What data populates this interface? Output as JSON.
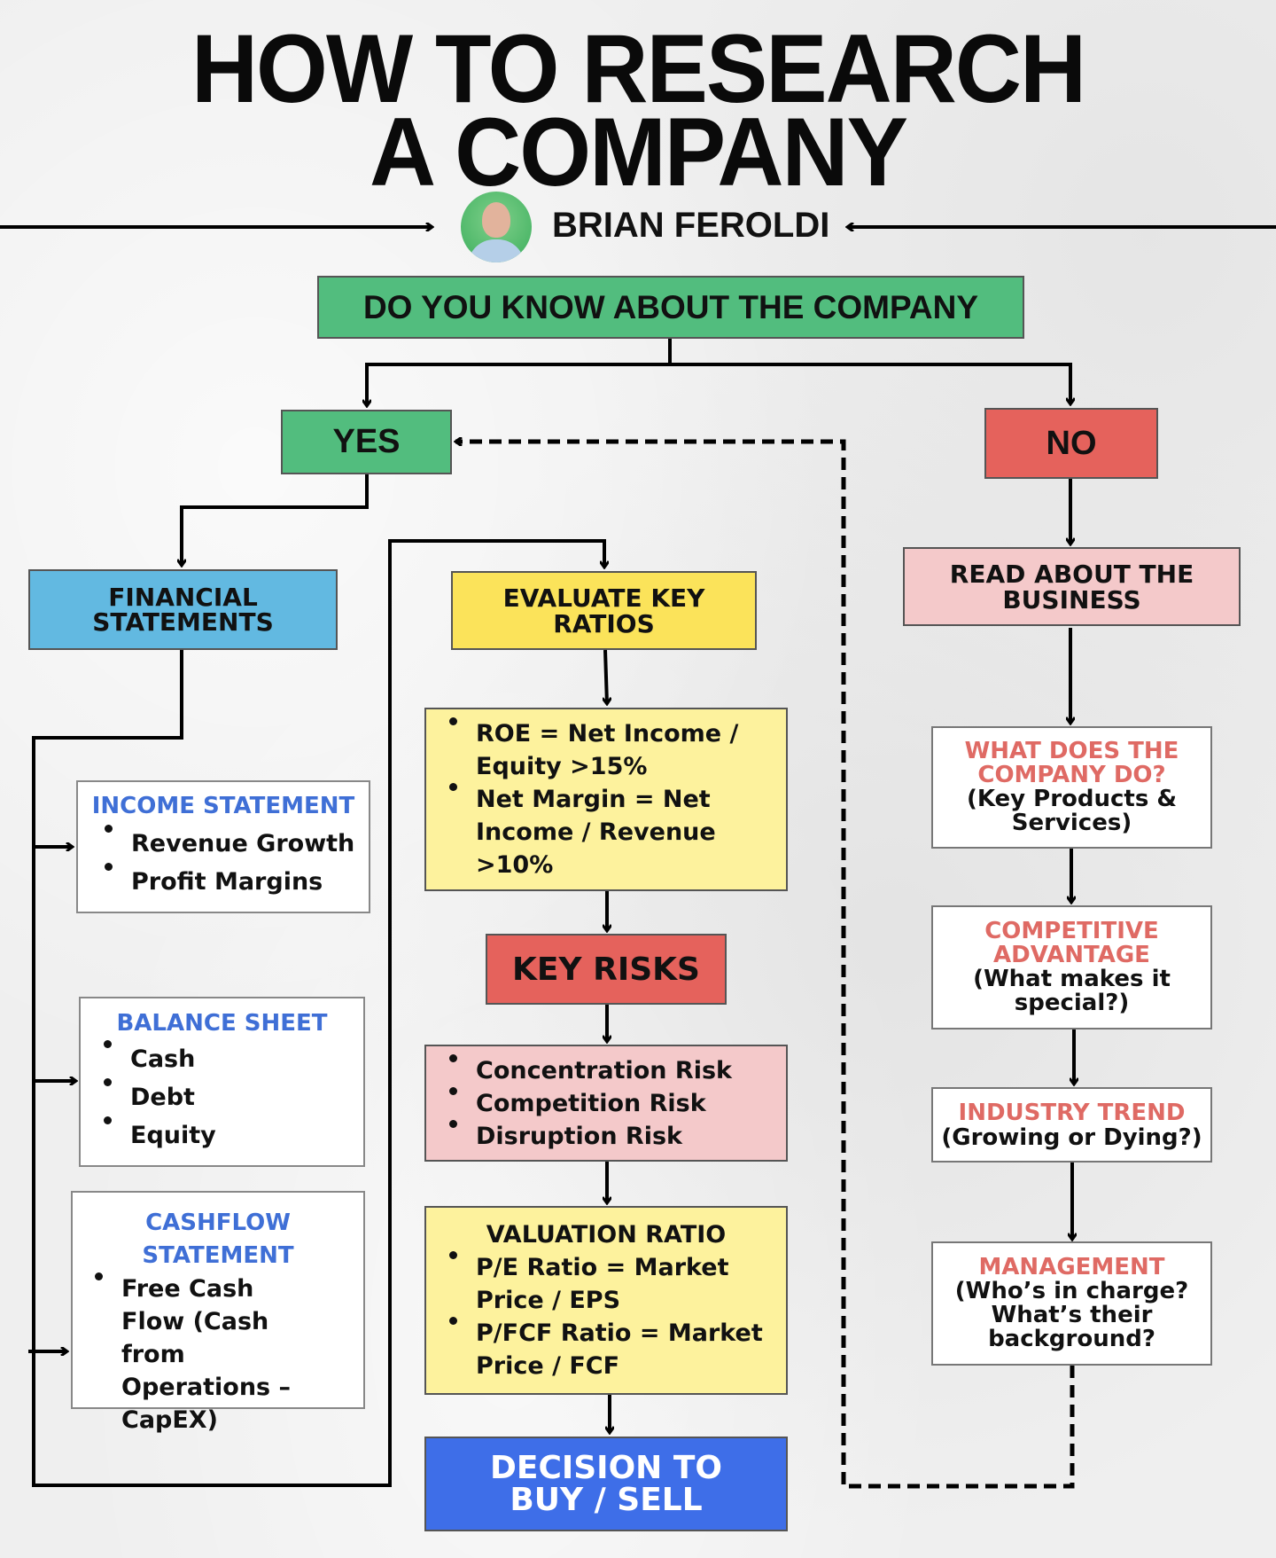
{
  "header": {
    "title_line1": "HOW TO RESEARCH",
    "title_line2": "A COMPANY",
    "author": "BRIAN FEROLDI"
  },
  "flow": {
    "start": "DO YOU KNOW ABOUT THE COMPANY",
    "yes": "YES",
    "no": "NO",
    "financial_statements": {
      "line1": "FINANCIAL",
      "line2": "STATEMENTS"
    },
    "income_statement": {
      "title": "INCOME STATEMENT",
      "items": [
        "Revenue Growth",
        "Profit Margins"
      ]
    },
    "balance_sheet": {
      "title": "BALANCE SHEET",
      "items": [
        "Cash",
        "Debt",
        "Equity"
      ]
    },
    "cashflow_statement": {
      "title_line1": "CASHFLOW",
      "title_line2": "STATEMENT",
      "items": [
        "Free Cash Flow (Cash from Operations – CapEX)"
      ]
    },
    "evaluate_ratios": {
      "line1": "EVALUATE KEY",
      "line2": "RATIOS"
    },
    "ratios": {
      "items": [
        "ROE = Net Income / Equity >15%",
        "Net Margin = Net Income / Revenue >10%"
      ]
    },
    "key_risks": {
      "title": "KEY RISKS",
      "items": [
        "Concentration Risk",
        "Competition Risk",
        "Disruption Risk"
      ]
    },
    "valuation": {
      "title": "VALUATION RATIO",
      "items": [
        "P/E Ratio = Market Price / EPS",
        "P/FCF Ratio = Market Price / FCF"
      ]
    },
    "decision": {
      "line1": "DECISION TO",
      "line2": "BUY / SELL"
    },
    "read_business": {
      "line1": "READ ABOUT THE",
      "line2": "BUSINESS"
    },
    "what_company_does": {
      "title_line1": "WHAT DOES THE",
      "title_line2": "COMPANY DO?",
      "sub_line1": "(Key Products &",
      "sub_line2": "Services)"
    },
    "competitive_advantage": {
      "title_line1": "COMPETITIVE",
      "title_line2": "ADVANTAGE",
      "sub_line1": "(What makes it",
      "sub_line2": "special?)"
    },
    "industry_trend": {
      "title": "INDUSTRY TREND",
      "sub": "(Growing or Dying?)"
    },
    "management": {
      "title": "MANAGEMENT",
      "sub_line1": "(Who’s in charge?",
      "sub_line2": "What’s their",
      "sub_line3": "background?"
    }
  },
  "colors": {
    "green": "#52bd7e",
    "red": "#e5625c",
    "sky_blue": "#62b9e1",
    "yellow": "#fbe35a",
    "light_yellow": "#fdf29d",
    "pink": "#f4c9ca",
    "royal_blue": "#3e6ee8",
    "heading_blue": "#3f6fd6",
    "heading_red": "#df6a64"
  }
}
